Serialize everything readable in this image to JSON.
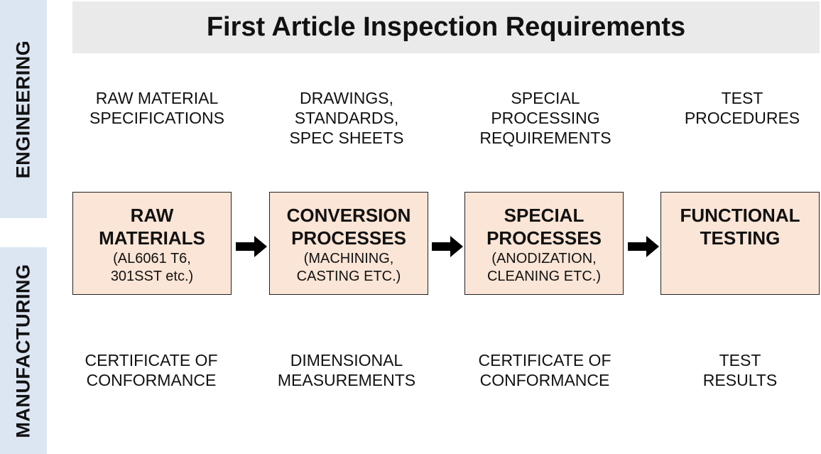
{
  "title": "First Article Inspection Requirements",
  "side_labels": {
    "engineering": "ENGINEERING",
    "manufacturing": "MANUFACTURING"
  },
  "engineering_inputs": [
    "RAW MATERIAL\nSPECIFICATIONS",
    "DRAWINGS,\nSTANDARDS,\nSPEC SHEETS",
    "SPECIAL\nPROCESSING\nREQUIREMENTS",
    "TEST\nPROCEDURES"
  ],
  "stages": [
    {
      "title": "RAW\nMATERIALS",
      "subtitle": "(AL6061 T6,\n301SST etc.)"
    },
    {
      "title": "CONVERSION\nPROCESSES",
      "subtitle": "(MACHINING,\nCASTING ETC.)"
    },
    {
      "title": "SPECIAL\nPROCESSES",
      "subtitle": "(ANODIZATION,\nCLEANING ETC.)"
    },
    {
      "title": "FUNCTIONAL\nTESTING",
      "subtitle": ""
    }
  ],
  "manufacturing_outputs": [
    "CERTIFICATE OF\nCONFORMANCE",
    "DIMENSIONAL\nMEASUREMENTS",
    "CERTIFICATE OF\nCONFORMANCE",
    "TEST\nRESULTS"
  ],
  "colors": {
    "side_band": "#dce6f2",
    "title_bar": "#eaeaea",
    "stage_fill": "#fbe5d6",
    "arrow": "#000000"
  }
}
